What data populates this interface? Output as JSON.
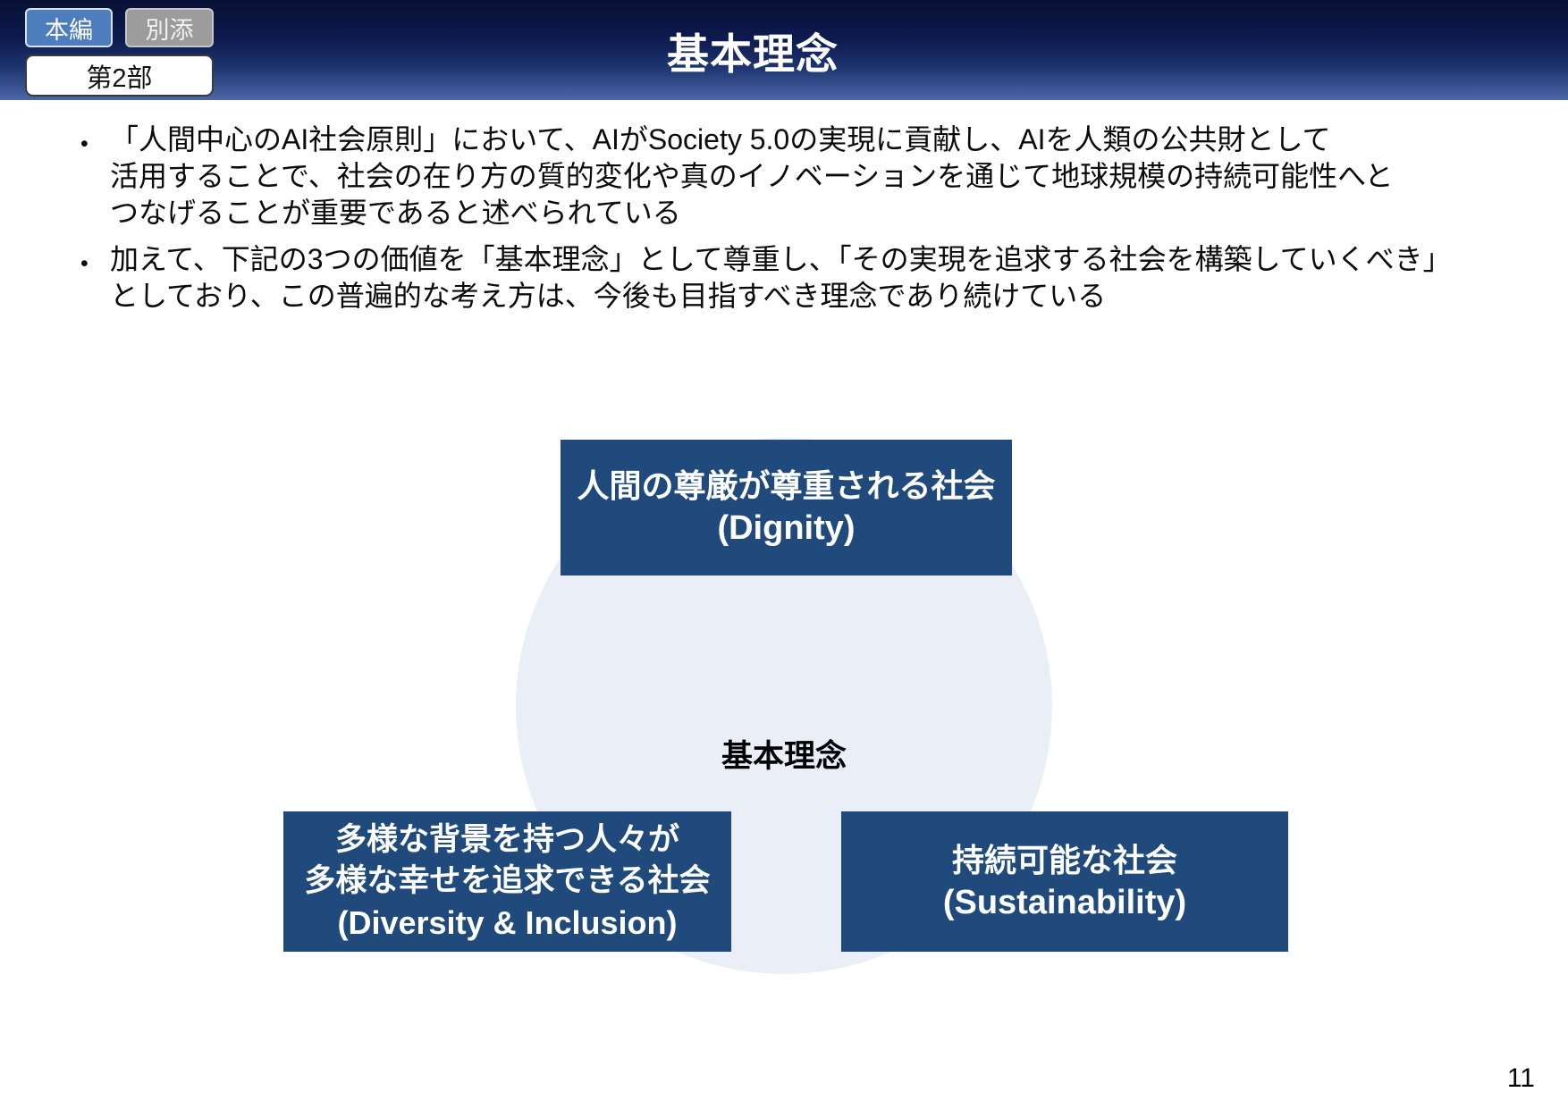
{
  "nav": {
    "honpen_button": "本編",
    "betten_button": "別添",
    "part_label": "第2部"
  },
  "header": {
    "title": "基本理念"
  },
  "bullets": [
    {
      "lines": [
        "「人間中心のAI社会原則」において、AIがSociety 5.0の実現に貢献し、AIを人類の公共財として",
        "活用することで、社会の在り方の質的変化や真のイノベーションを通じて地球規模の持続可能性へと",
        "つなげることが重要であると述べられている"
      ]
    },
    {
      "lines": [
        "加えて、下記の3つの価値を「基本理念」として尊重し、「その実現を追求する社会を構築していくべき」",
        "としており、この普遍的な考え方は、今後も目指すべき理念であり続けている"
      ]
    }
  ],
  "diagram": {
    "center_label": "基本理念",
    "dignity": {
      "lines": [
        "人間の尊厳が尊重される社会",
        "(Dignity)"
      ]
    },
    "diversity": {
      "lines": [
        "多様な背景を持つ人々が",
        "多様な幸せを追求できる社会",
        "(Diversity & Inclusion)"
      ]
    },
    "sustainability": {
      "lines": [
        "持続可能な社会",
        "(Sustainability)"
      ]
    }
  },
  "footer": {
    "page_number": "11"
  },
  "colors": {
    "header_gradient_top": "#081033",
    "header_gradient_bottom": "#4d68a8",
    "accent_box_blue": "#214a7c",
    "circle_fill": "#e9eef7",
    "tab_active_blue": "#4e7dbd",
    "tab_inactive_gray": "#9c9c9c"
  }
}
